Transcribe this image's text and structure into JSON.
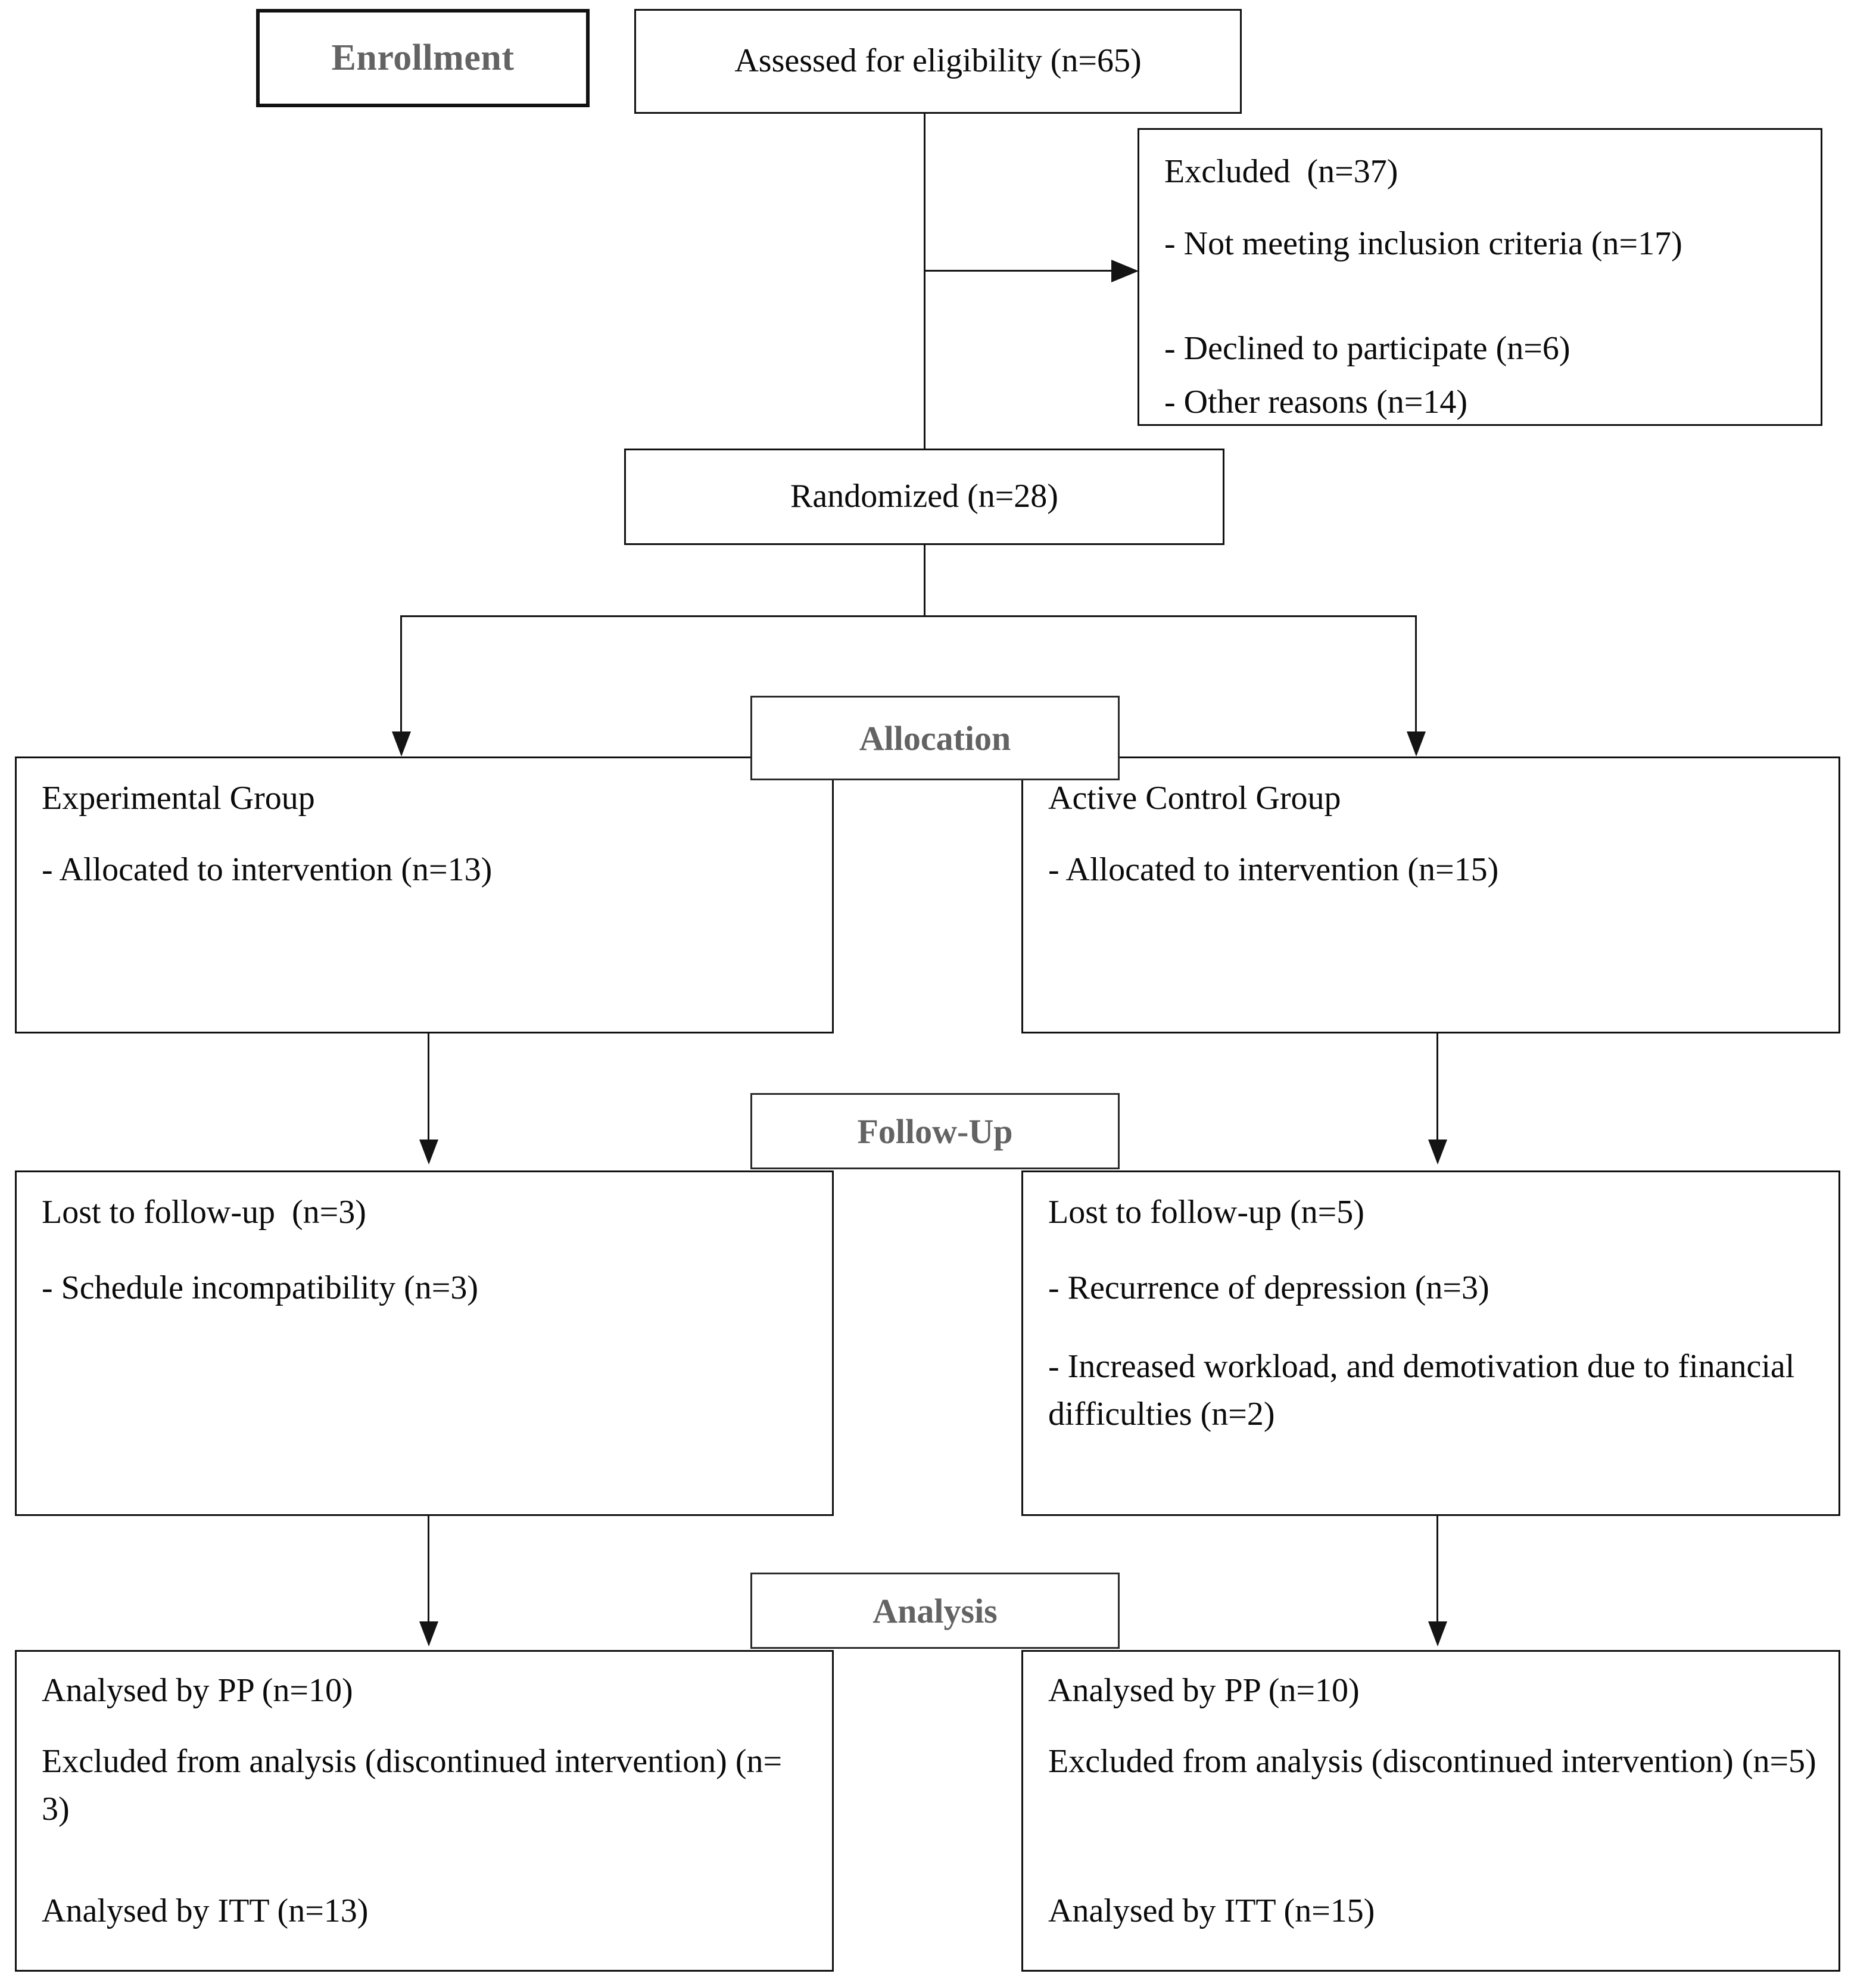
{
  "diagram": {
    "title": "CONSORT participant flow diagram",
    "stage_labels": {
      "enrollment": "Enrollment",
      "allocation": "Allocation",
      "followup": "Follow-Up",
      "analysis": "Analysis"
    },
    "colors": {
      "stage_label_text": "#636363",
      "box_border": "#111111",
      "body_text": "#0b0b0b",
      "connector": "#141414",
      "background": "#ffffff"
    },
    "enrollment": {
      "assessed": "Assessed for eligibility (n=65)",
      "excluded_heading": "Excluded  (n=37)",
      "excluded_reasons": [
        "- Not meeting inclusion criteria (n=17)",
        "- Declined to participate (n=6)",
        "- Other reasons (n=14)"
      ],
      "randomized": "Randomized (n=28)"
    },
    "allocation": {
      "left": {
        "heading": "Experimental Group",
        "lines": [
          "- Allocated to intervention (n=13)"
        ]
      },
      "right": {
        "heading": "Active Control Group",
        "lines": [
          "- Allocated to intervention (n=15)"
        ]
      }
    },
    "followup": {
      "left": {
        "heading": "Lost to follow-up  (n=3)",
        "lines": [
          "- Schedule incompatibility (n=3)"
        ]
      },
      "right": {
        "heading": "Lost to follow-up (n=5)",
        "lines": [
          "- Recurrence of depression (n=3)",
          "- Increased workload, and demotivation due to financial difficulties (n=2)"
        ]
      }
    },
    "analysis": {
      "left": {
        "lines": [
          "Analysed by PP (n=10)",
          "Excluded from analysis (discontinued intervention) (n= 3)",
          "Analysed by ITT (n=13)"
        ]
      },
      "right": {
        "lines": [
          "Analysed by PP (n=10)",
          "Excluded from analysis (discontinued intervention) (n=5)",
          "Analysed by ITT (n=15)"
        ]
      }
    },
    "counts": {
      "assessed": 65,
      "excluded_total": 37,
      "excluded_not_meeting_criteria": 17,
      "excluded_declined": 6,
      "excluded_other": 14,
      "randomized": 28,
      "allocated_experimental": 13,
      "allocated_control": 15,
      "lost_experimental": 3,
      "lost_control": 5,
      "pp_experimental": 10,
      "pp_control": 10,
      "itt_experimental": 13,
      "itt_control": 15
    }
  }
}
